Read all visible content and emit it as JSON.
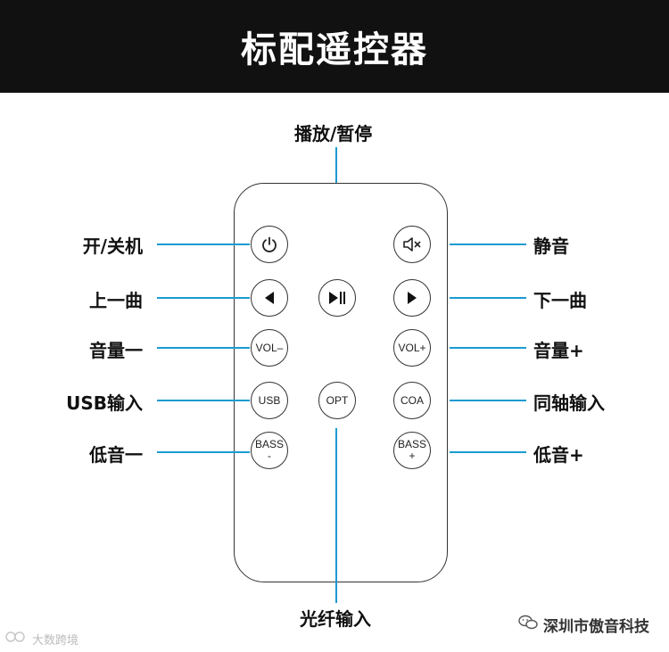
{
  "header": {
    "title": "标配遥控器"
  },
  "labels": {
    "play_pause": "播放/暂停",
    "power": "开/关机",
    "mute": "静音",
    "prev": "上一曲",
    "next": "下一曲",
    "vol_down": "音量一",
    "vol_up": "音量+",
    "usb_input": "USB输入",
    "coax_input": "同轴输入",
    "bass_down": "低音一",
    "bass_up": "低音+",
    "optical_input": "光纤输入"
  },
  "buttons": {
    "vol_down": "VOL–",
    "vol_up": "VOL+",
    "usb": "USB",
    "opt": "OPT",
    "coa": "COA",
    "bass_minus_top": "BASS",
    "bass_minus_bottom": "-",
    "bass_plus_top": "BASS",
    "bass_plus_bottom": "+"
  },
  "icons": {
    "power": "power-icon",
    "mute": "mute-icon",
    "prev": "triangle-left-icon",
    "next": "triangle-right-icon",
    "play_pause": "play-pause-icon"
  },
  "colors": {
    "accent_line": "#1b9bd0",
    "header_bg": "#111111"
  },
  "watermark": {
    "left": "大数跨境",
    "right": "深圳市傲音科技"
  }
}
